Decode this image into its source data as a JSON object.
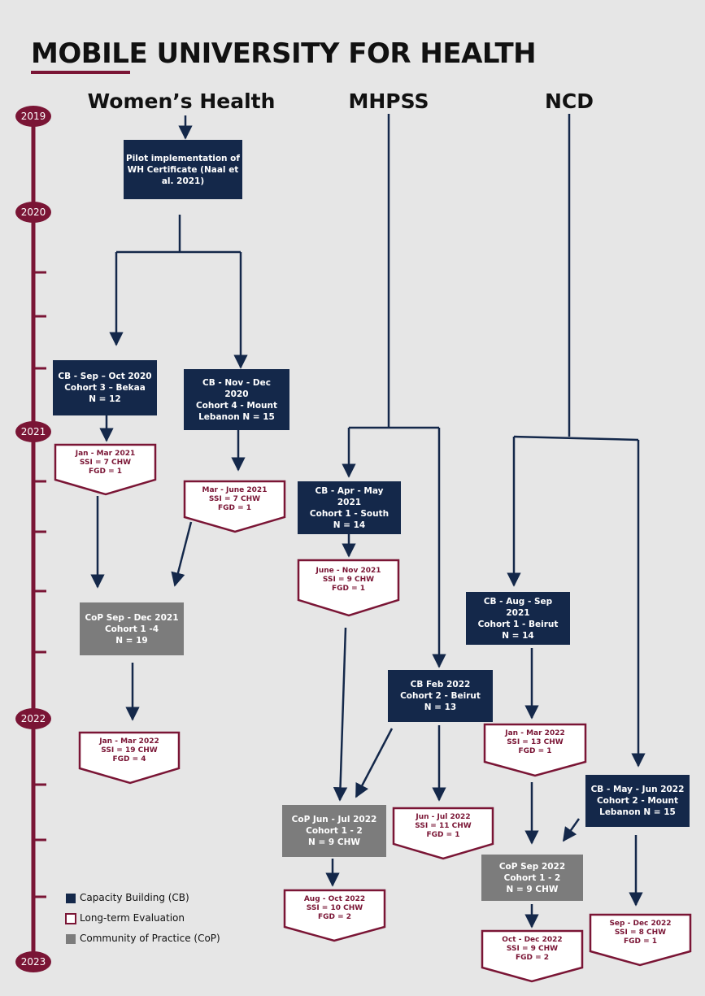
{
  "title": {
    "part1": "MOBILE",
    "part2": " UNIVERSITY FOR HEALTH"
  },
  "columns": {
    "womens_health": "Women’s Health",
    "mhpss": "MHPSS",
    "ncd": "NCD"
  },
  "years": [
    "2019",
    "2020",
    "2021",
    "2022",
    "2023"
  ],
  "nodes": {
    "pilot": "Pilot implementation of\nWH Certificate (Naal et\nal. 2021)",
    "wh_cb3": "CB - Sep – Oct 2020\nCohort 3 – Bekaa\nN = 12",
    "wh_cb4": "CB - Nov - Dec\n2020\nCohort 4 - Mount\nLebanon N = 15",
    "wh_eval3": "Jan - Mar 2021\nSSI = 7 CHW\nFGD = 1",
    "wh_eval4": "Mar - June 2021\nSSI = 7 CHW\nFGD = 1",
    "wh_cop": "CoP  Sep - Dec 2021\nCohort 1 -4\nN = 19",
    "wh_eval_cop": "Jan - Mar 2022\nSSI = 19 CHW\nFGD = 4",
    "mh_cb1": "CB - Apr - May\n2021\nCohort 1 - South\nN = 14",
    "mh_eval1": "June - Nov 2021\nSSI = 9 CHW\nFGD = 1",
    "mh_cb2": "CB Feb 2022\nCohort 2 - Beirut\nN = 13",
    "mh_cop": "CoP  Jun - Jul 2022\nCohort 1 - 2\nN = 9 CHW",
    "mh_eval2": "Jun - Jul 2022\nSSI = 11 CHW\nFGD = 1",
    "mh_eval_cop": "Aug - Oct 2022\nSSI = 10 CHW\nFGD = 2",
    "ncd_cb1": "CB - Aug - Sep\n2021\nCohort 1 - Beirut\nN = 14",
    "ncd_eval1": "Jan - Mar 2022\nSSI = 13 CHW\nFGD = 1",
    "ncd_cb2": "CB - May - Jun 2022\nCohort 2 - Mount\nLebanon N = 15",
    "ncd_cop": "CoP Sep  2022\nCohort 1 - 2\nN = 9 CHW",
    "ncd_eval_cop": "Oct - Dec 2022\nSSI = 9 CHW\nFGD = 2",
    "ncd_eval2": "Sep - Dec 2022\nSSI = 8 CHW\nFGD = 1"
  },
  "legend": {
    "cb": "Capacity Building (CB)",
    "lte": "Long-term Evaluation",
    "cop": "Community of Practice (CoP)"
  },
  "colors": {
    "maroon": "#7a1535",
    "navy": "#14284a",
    "gray": "#7c7c7c",
    "background": "#e6e6e6"
  }
}
